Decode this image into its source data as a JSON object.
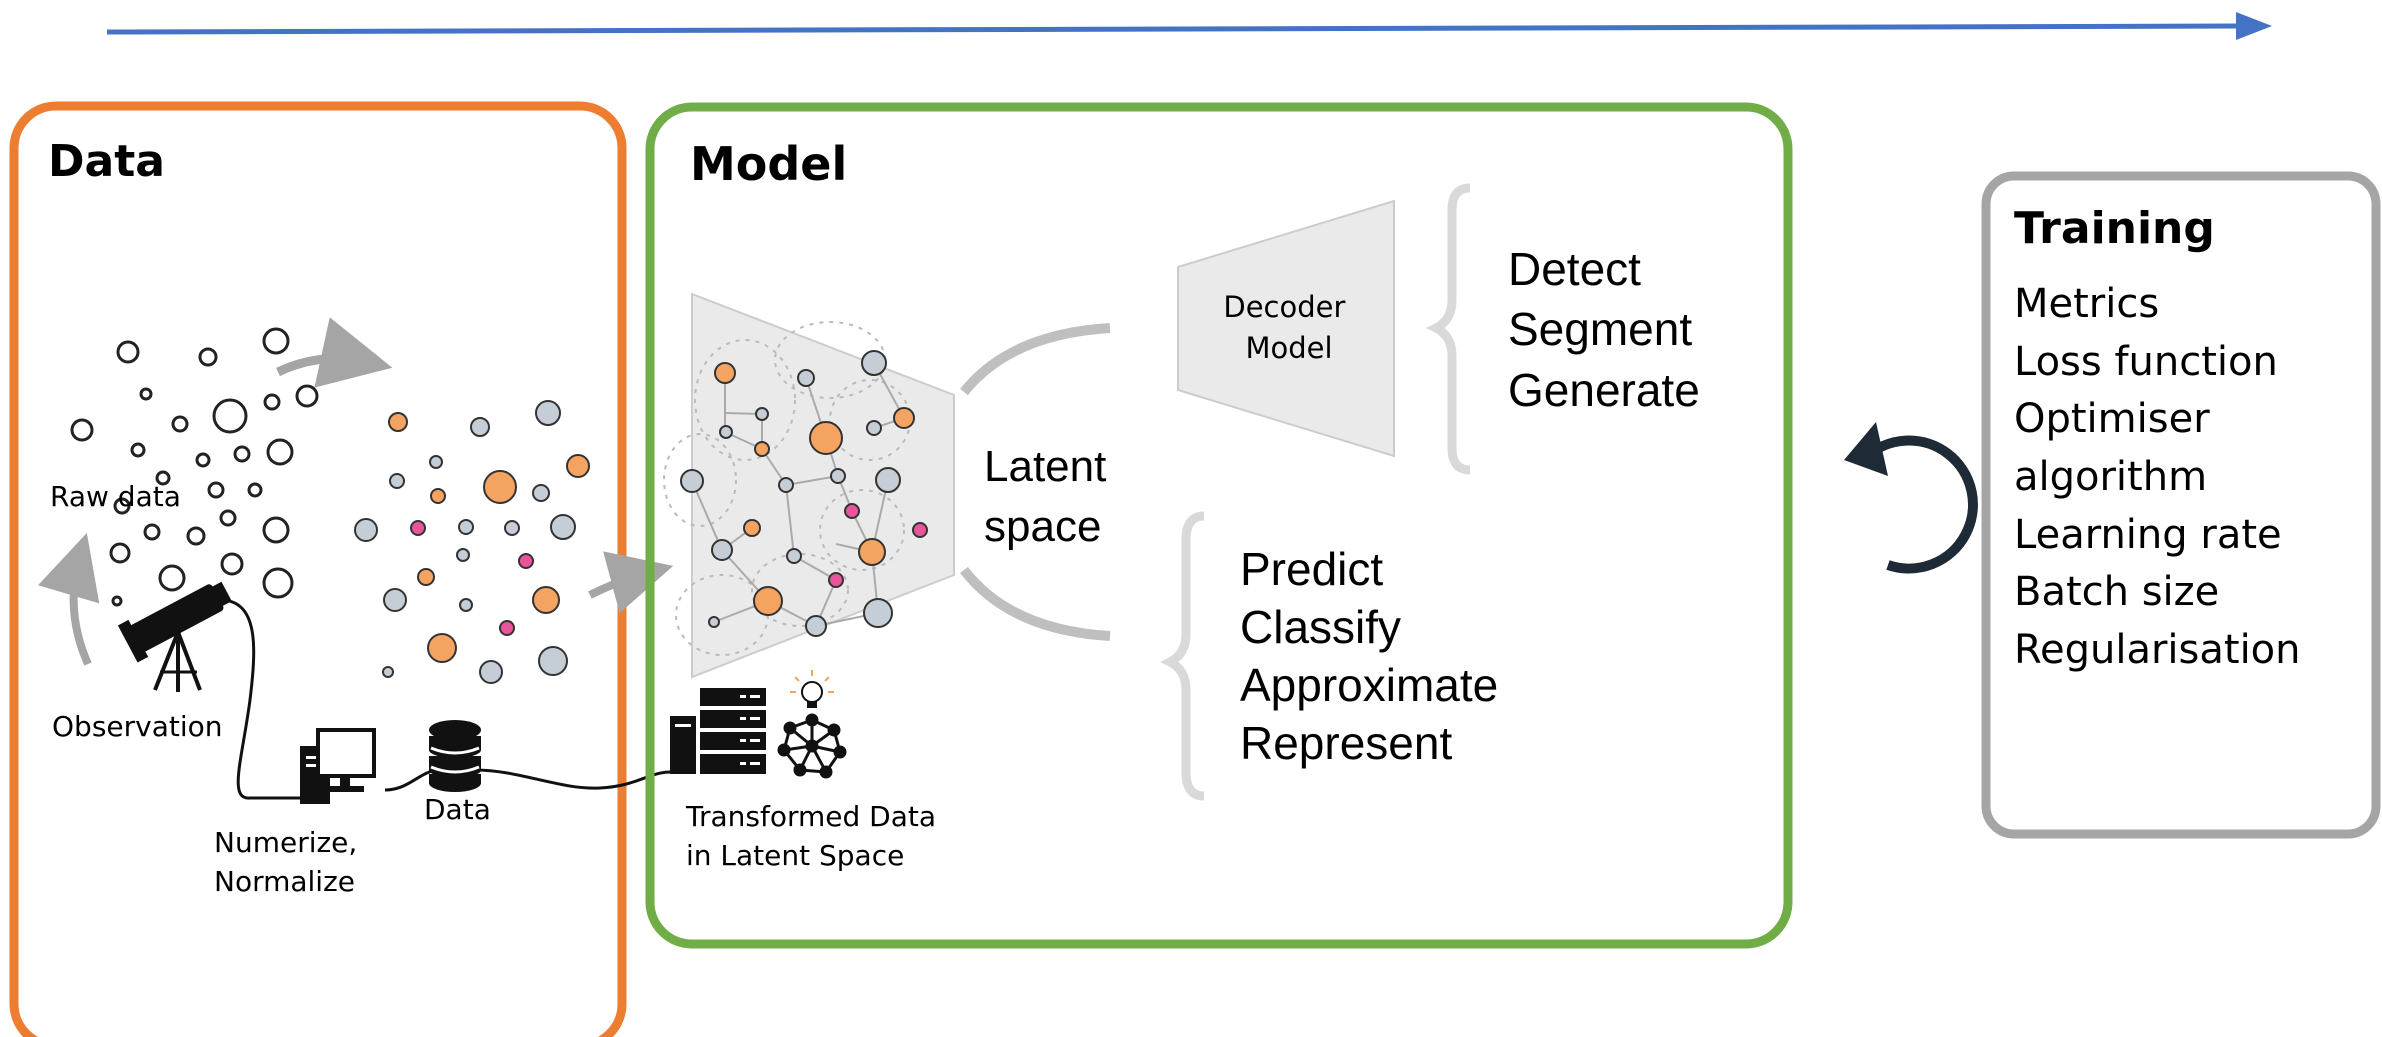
{
  "colors": {
    "data_box": "#ED7D31",
    "model_box": "#70AD47",
    "training_box": "#A5A5A5",
    "timeline_arrow": "#4472C4",
    "point_orange": "#F4A460",
    "point_grey": "#C5CED6",
    "point_pink": "#E8559A",
    "cycle_arrow": "#1E2A36"
  },
  "data_panel": {
    "title": "Data",
    "raw_data_label": "Raw data",
    "observation_label": "Observation",
    "numerize_line1": "Numerize,",
    "numerize_line2": "Normalize",
    "data_label": "Data"
  },
  "model_panel": {
    "title": "Model",
    "latent_line1": "Latent",
    "latent_line2": "space",
    "decoder_line1": "Decoder",
    "decoder_line2": "Model",
    "transformed_line1": "Transformed Data",
    "transformed_line2": "in Latent Space",
    "upper_tasks": [
      "Detect",
      "Segment",
      "Generate"
    ],
    "lower_tasks": [
      "Predict",
      "Classify",
      "Approximate",
      "Represent"
    ]
  },
  "training_panel": {
    "title": "Training",
    "items": [
      "Metrics",
      "Loss function",
      "Optimiser",
      "algorithm",
      "Learning rate",
      "Batch size",
      "Regularisation"
    ]
  },
  "icons": {
    "telescope": "telescope-icon",
    "computer": "computer-icon",
    "database": "database-icon",
    "server": "server-icon",
    "neural_network": "neural-network-icon",
    "lightbulb": "lightbulb-icon",
    "cycle": "cycle-arrow-icon"
  }
}
